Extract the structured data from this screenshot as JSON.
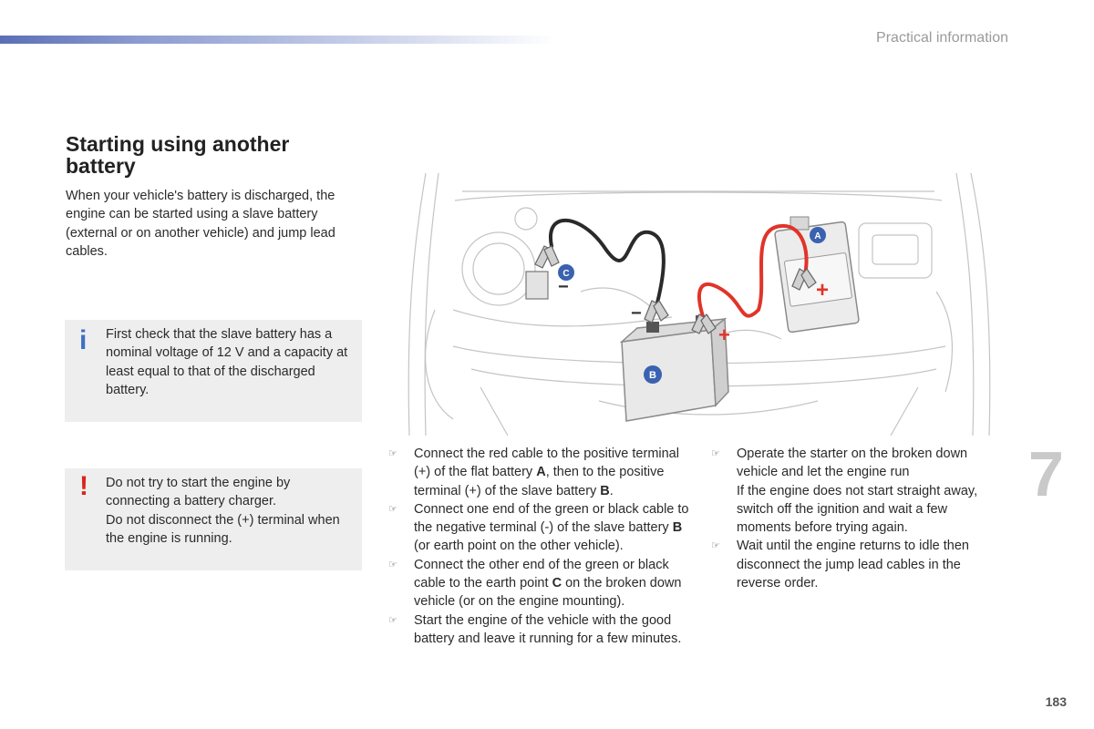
{
  "header": {
    "section": "Practical information"
  },
  "title": "Starting using another battery",
  "intro": "When your vehicle's battery is discharged, the engine can be started using a slave battery (external or on another vehicle) and jump lead cables.",
  "info_note": {
    "mark": "i",
    "text": "First check that the slave battery has a nominal voltage of 12 V and a capacity at least equal to that of the discharged battery."
  },
  "warning_note": {
    "mark": "!",
    "line1": "Do not try to start the engine by connecting a battery charger.",
    "line2": "Do not disconnect the (+) terminal when the engine is running."
  },
  "diagram": {
    "labels": {
      "a": "A",
      "b": "B",
      "c": "C"
    },
    "signs": {
      "minus": "−",
      "plus": "+"
    }
  },
  "steps_col1": [
    {
      "pre": "Connect the red cable to the positive terminal (+) of the flat battery ",
      "b1": "A",
      "mid": ", then to the positive terminal (+) of the slave battery ",
      "b2": "B",
      "post": "."
    },
    {
      "pre": "Connect one end of the green or black cable to the negative terminal (-) of the slave battery ",
      "b1": "B",
      "mid": " (or earth point on the other vehicle).",
      "b2": "",
      "post": ""
    },
    {
      "pre": "Connect the other end of the green or black cable to the earth point ",
      "b1": "C",
      "mid": " on the broken down vehicle (or on the engine mounting).",
      "b2": "",
      "post": ""
    },
    {
      "pre": "Start the engine of the vehicle with the good battery and leave it running for a few minutes.",
      "b1": "",
      "mid": "",
      "b2": "",
      "post": ""
    }
  ],
  "steps_col2": [
    {
      "line1": "Operate the starter on the broken down vehicle and let the engine run",
      "line2": "If the engine does not start straight away, switch off the ignition and wait a few moments before trying again."
    },
    {
      "line1": "Wait until the engine returns to idle then disconnect the jump lead cables in the reverse order.",
      "line2": ""
    }
  ],
  "bullet_symbol": "☞",
  "chapter": "7",
  "page_number": "183",
  "colors": {
    "accent_blue": "#5b6fb5",
    "info_blue": "#3d6fc7",
    "warning_red": "#d9251c",
    "cable_red": "#e0342a",
    "badge_blue": "#3a62b0"
  }
}
